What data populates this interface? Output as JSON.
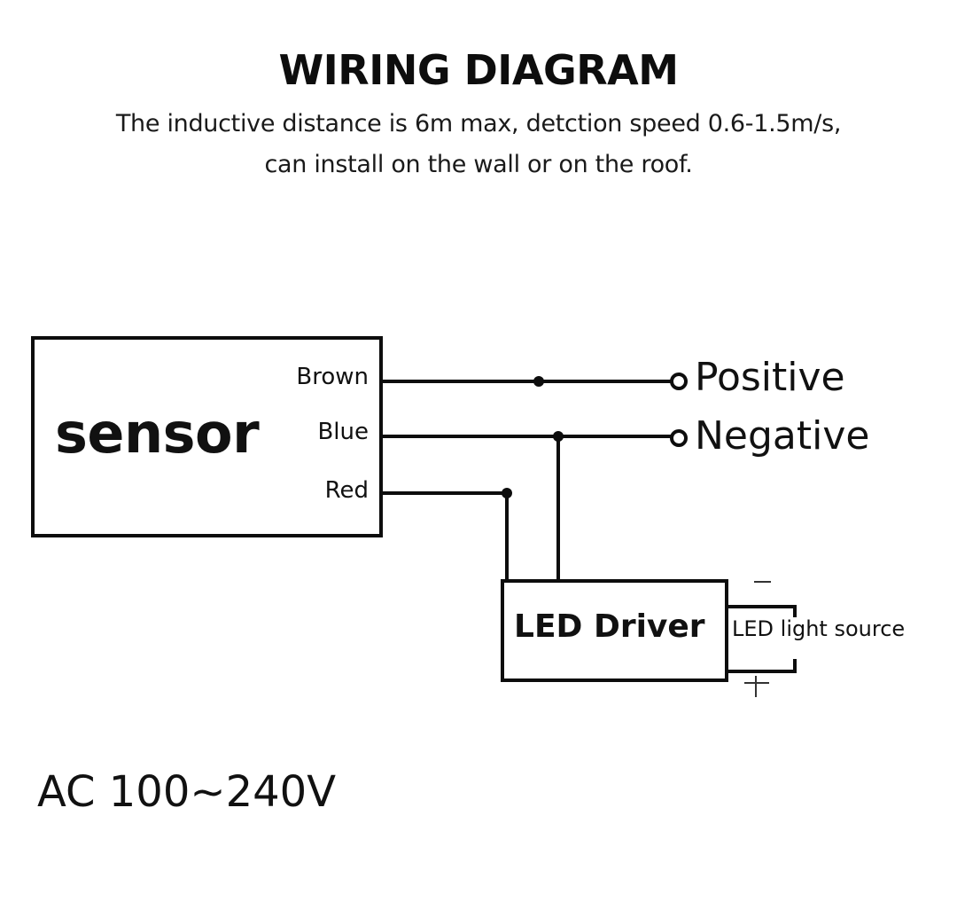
{
  "header": {
    "title": "WIRING DIAGRAM",
    "description_line1": "The inductive distance is 6m max, detction speed 0.6-1.5m/s,",
    "description_line2": "can install on the wall or on the roof."
  },
  "sensor": {
    "name": "sensor",
    "wires": [
      {
        "label": "Brown",
        "connects_to": "Positive"
      },
      {
        "label": "Blue",
        "connects_to": "Negative"
      },
      {
        "label": "Red",
        "connects_to": "LED Driver"
      }
    ]
  },
  "terminals": {
    "positive": "Positive",
    "negative": "Negative"
  },
  "driver": {
    "name": "LED Driver",
    "output_label": "LED light source",
    "minus": "−",
    "plus": "+"
  },
  "supply": {
    "voltage": "AC 100~240V"
  },
  "colors": {
    "line": "#0d0d0d",
    "background": "#ffffff"
  }
}
